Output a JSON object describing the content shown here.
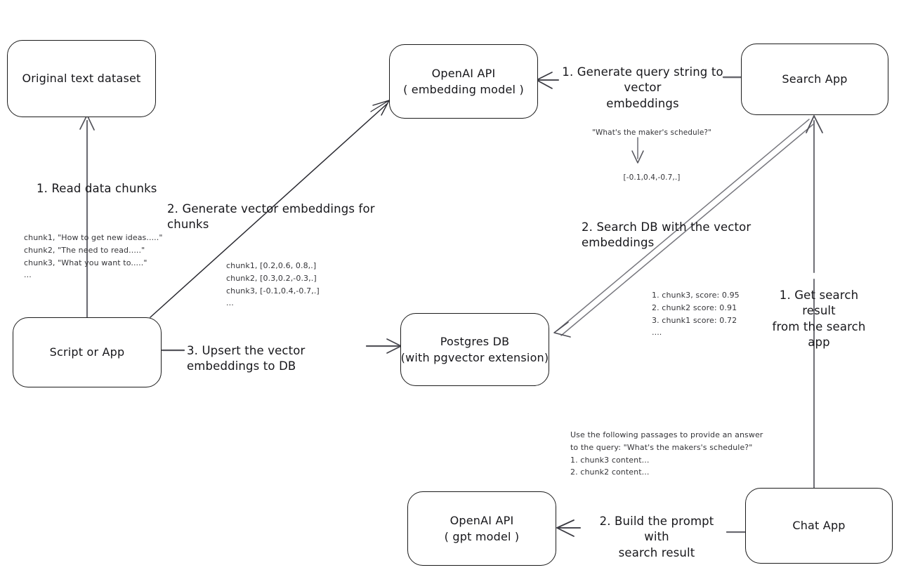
{
  "diagram": {
    "title": "Vector search RAG architecture",
    "stroke_color": "#1b1b1b",
    "text_color": "#16161a",
    "background": "#ffffff"
  },
  "nodes": {
    "original_dataset": {
      "line1": "Original text dataset",
      "line2": ""
    },
    "openai_embedding": {
      "line1": "OpenAI API",
      "line2": "( embedding model )"
    },
    "search_app": {
      "line1": "Search App",
      "line2": ""
    },
    "script_or_app": {
      "line1": "Script or App",
      "line2": ""
    },
    "postgres_db": {
      "line1": "Postgres DB",
      "line2": "(with pgvector extension)"
    },
    "openai_gpt": {
      "line1": "OpenAI API",
      "line2": "( gpt model )"
    },
    "chat_app": {
      "line1": "Chat App",
      "line2": ""
    }
  },
  "steps": {
    "read_data_chunks": "1. Read data chunks",
    "generate_embeddings_for_chunks": "2. Generate vector embeddings for chunks",
    "upsert_to_db": "3. Upsert the vector embeddings  to DB",
    "generate_query_embeddings": "1. Generate query string to vector\nembeddings",
    "search_db": "2. Search DB with the vector embeddings",
    "get_search_result": "1. Get search result\nfrom the search app",
    "build_prompt": "2. Build the prompt with\nsearch result"
  },
  "notes": {
    "source_chunks": "chunk1, \"How to get new ideas.....\"\nchunk2, \"The need to read.....\"\nchunk3, \"What you want to.....\"\n...",
    "chunk_embeddings": "chunk1, [0.2,0.6, 0.8,.]\nchunk2, [0.3,0.2,-0.3,.]\nchunk3, [-0.1,0.4,-0.7,.]\n...",
    "query_text": "\"What's the maker's schedule?\"",
    "query_embedding": "[-0.1,0.4,-0.7,.]",
    "search_results": "1. chunk3, score: 0.95\n2. chunk2 score: 0.91\n3. chunk1 score: 0.72\n....",
    "prompt_text": "Use the following passages to provide an answer\nto the query: \"What's the makers's schedule?\"\n1. chunk3 content...\n2. chunk2 content..."
  }
}
